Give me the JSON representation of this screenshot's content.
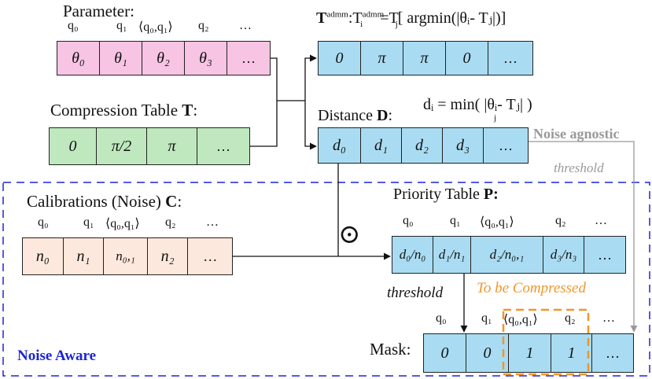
{
  "colors": {
    "parameter_fill": "#f7c4e3",
    "table_fill": "#bfe8bf",
    "distance_fill": "#a9dcf2",
    "calib_fill": "#fce8dc",
    "noise_aware": "#1c25d6",
    "compress_highlight": "#f0962a",
    "agnostic_gray": "#999999"
  },
  "parameter": {
    "title": "Parameter:",
    "headers": [
      "q₀",
      "q₁",
      "⟨q₀,q₁⟩",
      "q₂",
      "…"
    ],
    "cells": [
      "θ₀",
      "θ₁",
      "θ₂",
      "θ₃",
      "…"
    ]
  },
  "admm": {
    "formula_bold": "T",
    "formula_sup": "admm",
    "formula_mid": ":T",
    "formula_sup2": "admm",
    "formula_sub2": "i",
    "formula_rest": "=T",
    "formula_subj": "j",
    "formula_tail": "[ argmin(|θᵢ- Tⱼ|)]",
    "cells": [
      "0",
      "π",
      "π",
      "0",
      "…"
    ]
  },
  "compression": {
    "title": "Compression Table ",
    "title_bold": "T",
    "title_colon": ":",
    "cells": [
      "0",
      "π/2",
      "π",
      "…"
    ]
  },
  "distance": {
    "title": "Distance ",
    "title_bold": "D",
    "title_colon": ":",
    "formula": "dᵢ = min( |θᵢ- Tⱼ| )",
    "formula_subj": "j",
    "cells": [
      "d₀",
      "d₁",
      "d₂",
      "d₃",
      "…"
    ]
  },
  "noise_agnostic": {
    "label": "Noise agnostic",
    "threshold": "threshold"
  },
  "calibrations": {
    "title": "Calibrations (Noise) ",
    "title_bold": "C",
    "title_colon": ":",
    "headers": [
      "q₀",
      "q₁",
      "⟨q₀,q₁⟩",
      "q₂",
      "…"
    ],
    "cells": [
      "n₀",
      "n₁",
      "n₀,₁",
      "n₂",
      "…"
    ]
  },
  "operator": "⊙",
  "priority": {
    "title": "Priority Table ",
    "title_bold": "P:",
    "headers": [
      "q₀",
      "q₁",
      "⟨q₀,q₁⟩",
      "q₂",
      "…"
    ],
    "cells": [
      "d₀/n₀",
      "d₁/n₁",
      "d₂/n₀,₁",
      "d₃/n₃",
      "…"
    ]
  },
  "threshold_label": "threshold",
  "to_be_compressed": "To be Compressed",
  "mask": {
    "title": "Mask:",
    "headers": [
      "q₀",
      "q₁",
      "⟨q₀,q₁⟩",
      "q₂",
      "…"
    ],
    "cells": [
      "0",
      "0",
      "1",
      "1",
      "…"
    ]
  },
  "noise_aware_label": "Noise Aware"
}
